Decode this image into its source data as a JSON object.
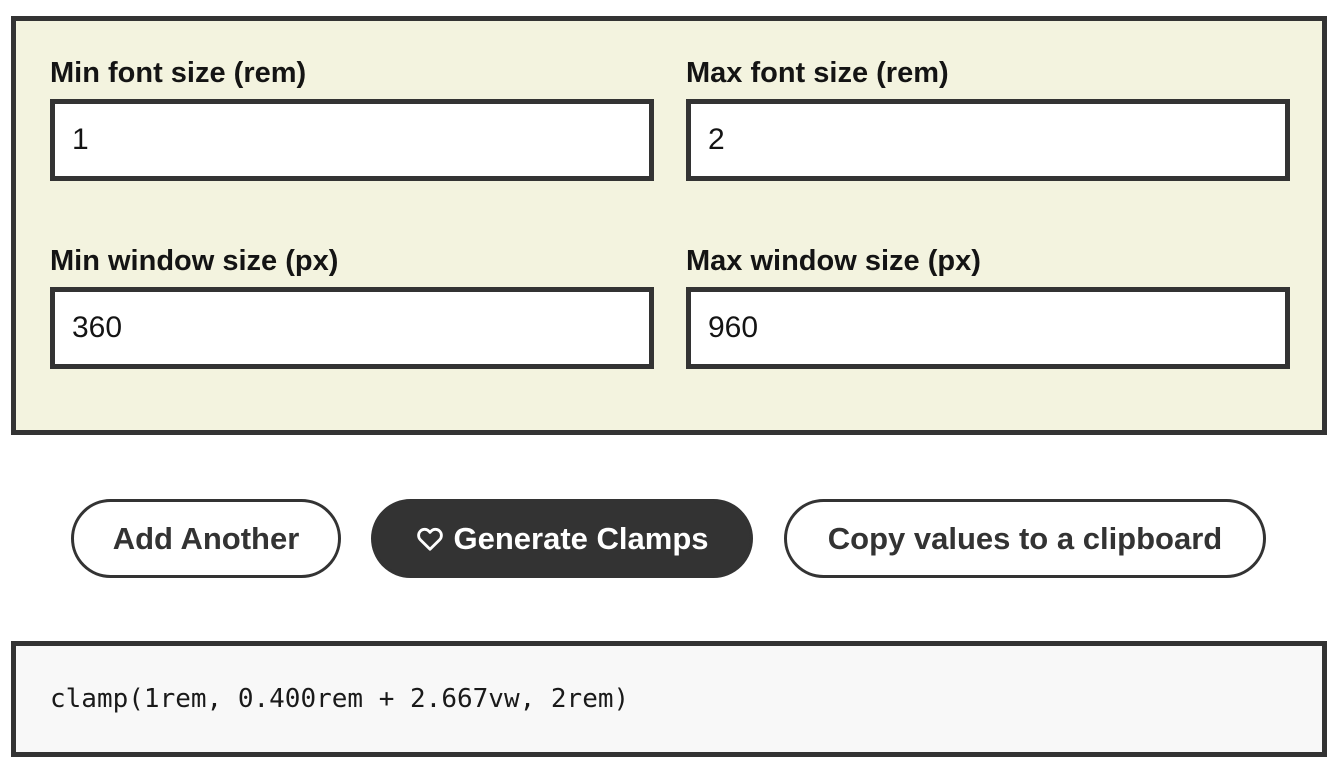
{
  "form": {
    "min_font": {
      "label": "Min font size (rem)",
      "value": "1"
    },
    "max_font": {
      "label": "Max font size (rem)",
      "value": "2"
    },
    "min_window": {
      "label": "Min window size (px)",
      "value": "360"
    },
    "max_window": {
      "label": "Max window size (px)",
      "value": "960"
    }
  },
  "actions": {
    "add_label": "Add Another",
    "generate_label": "Generate Clamps",
    "generate_icon": "heart-icon",
    "copy_label": "Copy values to a clipboard"
  },
  "output": {
    "clamp": "clamp(1rem, 0.400rem + 2.667vw, 2rem)"
  },
  "colors": {
    "panel_background": "#f3f3df",
    "border": "#333333",
    "primary_button": "#333333",
    "output_background": "#f8f8f8"
  }
}
